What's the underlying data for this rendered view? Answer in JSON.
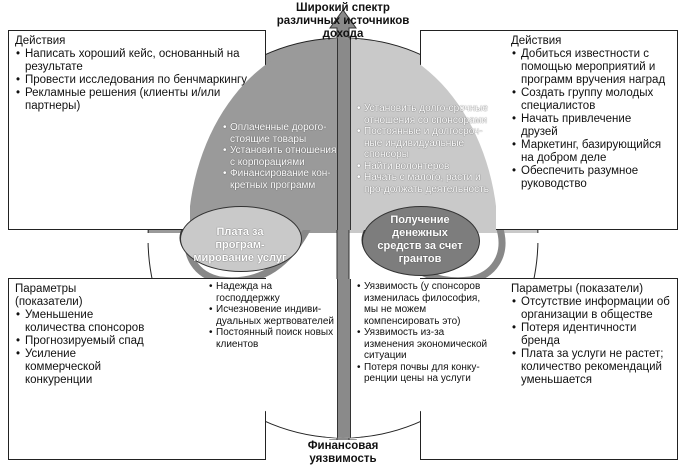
{
  "axis_top": "Широкий спектр различных источников дохода",
  "axis_bottom": "Финансовая уязвимость",
  "top_left": {
    "title": "Действия",
    "items": [
      "Написать хороший кейс, основанный на результате",
      "Провести исследования по бенчмаркингу",
      "Рекламные решения (клиенты и/или партнеры)"
    ]
  },
  "top_right": {
    "title": "Действия",
    "items": [
      "Добиться известности с помощью мероприятий и программ вручения наград",
      "Создать группу молодых специалистов",
      "Начать привлечение друзей",
      "Маркетинг, базирующийся на добром деле",
      "Обеспечить разумное руководство"
    ]
  },
  "bottom_left": {
    "title": "Параметры (показатели)",
    "items": [
      "Уменьшение количества спонсоров",
      "Прогнозируемый спад",
      "Усиление коммерческой конкуренции"
    ]
  },
  "bottom_right": {
    "title": "Параметры (показатели)",
    "items": [
      "Отсутствие информации об организации в обществе",
      "Потеря идентичности бренда",
      "Плата за услуги не растет; количество рекомендаций уменьшается"
    ]
  },
  "inner_top_left": [
    "Оплаченные дорого-стоящие товары",
    "Установить отношения с корпорациями",
    "Финансирование кон-кретных программ"
  ],
  "inner_top_right": [
    "Установить долго-срочные отношения со спонсорами",
    "Постоянные и долгосроч-ные индивидуальные спонсоры",
    "Найти волонтеров",
    "Начать с малого, расти и про-должать деятельность"
  ],
  "inner_bottom_left": [
    "Надежда на господдержку",
    "Исчезновение индиви-дуальных жертвователей",
    "Постоянный поиск новых клиентов"
  ],
  "inner_bottom_right": [
    "Уязвимость (у спонсоров изменилась философия, мы не можем компенсировать это)",
    "Уязвимость из-за изменения экономической ситуации",
    "Потеря почвы для конку-ренции цены на услуги"
  ],
  "oval_left": "Плата за програм-мирование услуг",
  "oval_right": "Получение денежных средств за счет грантов",
  "colors": {
    "dark": "#9a9a9a",
    "light": "#c9c9c9",
    "arrow": "#8a8a8a"
  }
}
